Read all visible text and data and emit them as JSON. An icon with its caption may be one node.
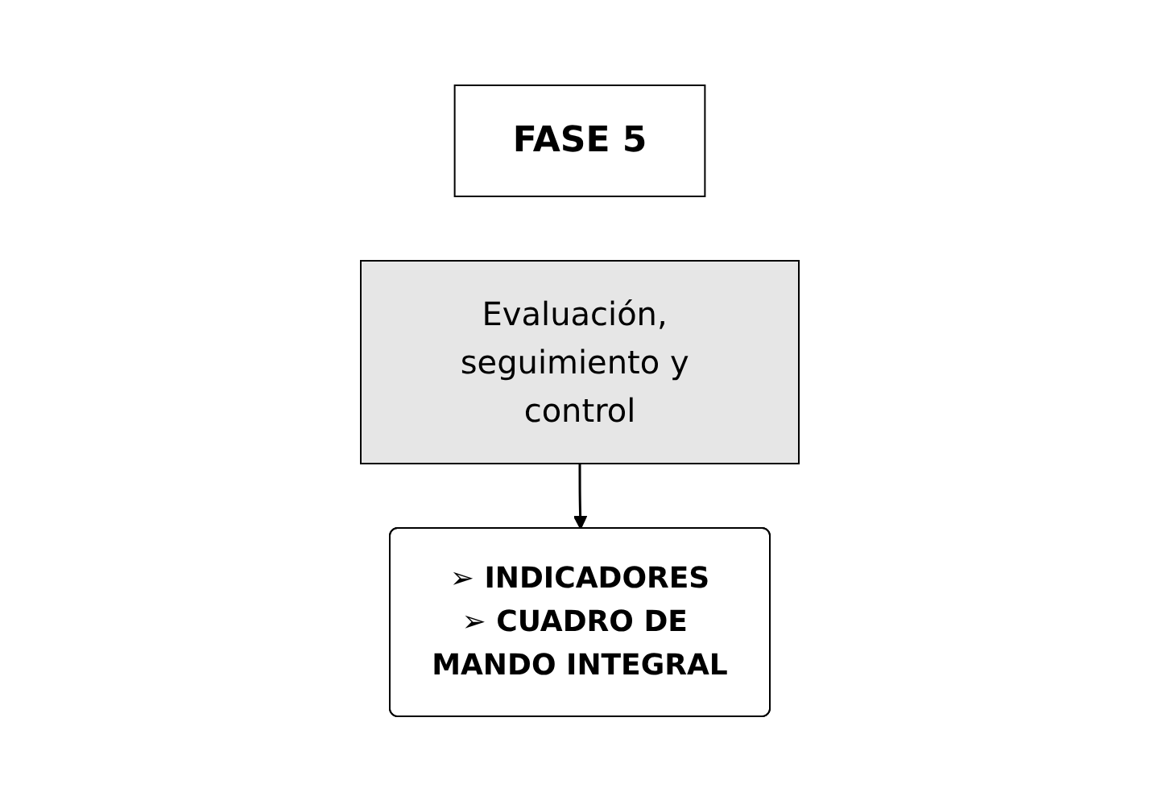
{
  "diagram": {
    "nodes": [
      {
        "text": [
          "FASE 5"
        ]
      },
      {
        "text": [
          "Evaluación, seguimiento y control"
        ]
      },
      {
        "text": [
          "➢ INDICADORES",
          "➢ CUADRO DE MANDO INTEGRAL"
        ]
      }
    ],
    "edges": [
      {
        "from": 1,
        "to": 2,
        "arrow": "to"
      }
    ]
  }
}
